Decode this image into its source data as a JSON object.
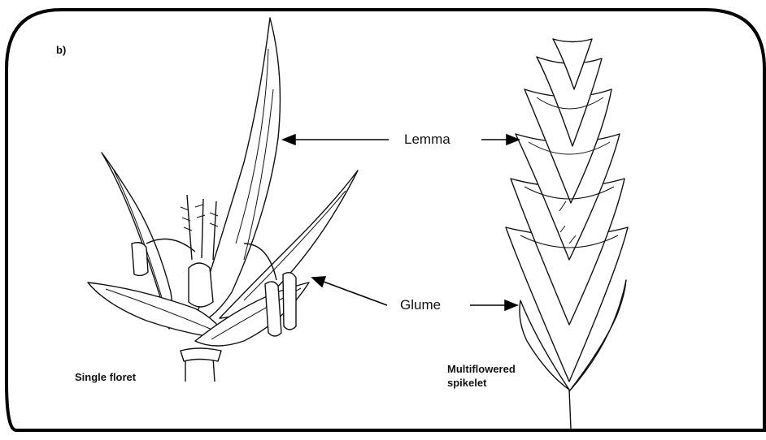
{
  "panel": {
    "id": "b)"
  },
  "labels": {
    "lemma": "Lemma",
    "glume": "Glume"
  },
  "captions": {
    "single": "Single floret",
    "multi_line1": "Multiflowered",
    "multi_line2": "spikelet"
  },
  "colors": {
    "ink": "#111111",
    "frame": "#000000",
    "background": "#ffffff"
  }
}
